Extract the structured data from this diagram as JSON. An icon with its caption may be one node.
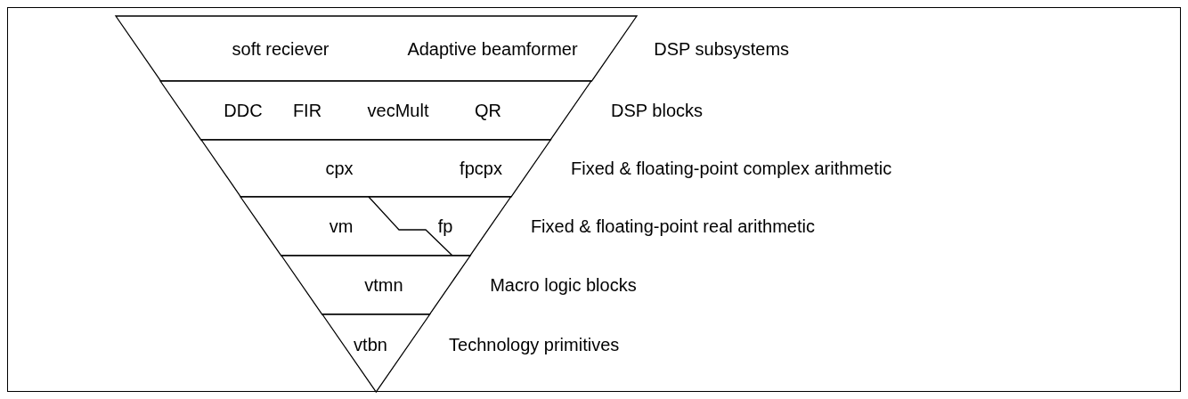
{
  "diagram": {
    "nodes": [
      {
        "text": [
          "soft reciever",
          "Adaptive beamformer"
        ],
        "beside": [
          "DSP subsystems"
        ]
      },
      {
        "text": [
          "DDC",
          "FIR",
          "vecMult",
          "QR"
        ],
        "beside": [
          "DSP blocks"
        ]
      },
      {
        "text": [
          "cpx",
          "fpcpx"
        ],
        "beside": [
          "Fixed & floating-point complex arithmetic"
        ]
      },
      {
        "text": [
          "vm",
          "fp"
        ],
        "beside": [
          "Fixed & floating-point real arithmetic"
        ]
      },
      {
        "text": [
          "vtmn"
        ],
        "beside": [
          "Macro logic blocks"
        ]
      },
      {
        "text": [
          "vtbn"
        ],
        "beside": [
          "Technology primitives"
        ]
      }
    ]
  }
}
